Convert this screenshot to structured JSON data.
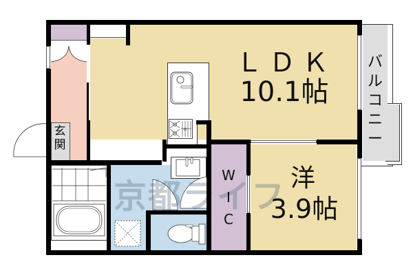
{
  "floorplan": {
    "colors": {
      "living": "#f0e0ae",
      "entrance": "#f7cfc0",
      "storage": "#d3c0d5",
      "wet_area": "#c5dded",
      "balcony": "#dedede",
      "wall": "#000000"
    },
    "rooms": {
      "ldk": {
        "name": "ＬＤＫ",
        "size": "10.1帖"
      },
      "western": {
        "name": "洋",
        "size": "3.9帖"
      },
      "wic": {
        "letters": [
          "W",
          "I",
          "C"
        ]
      },
      "entrance": {
        "letters": [
          "玄",
          "関"
        ]
      },
      "balcony": {
        "letters": [
          "バ",
          "ル",
          "コ",
          "ニ",
          "ー"
        ]
      }
    },
    "watermark": "京都ライフ"
  }
}
